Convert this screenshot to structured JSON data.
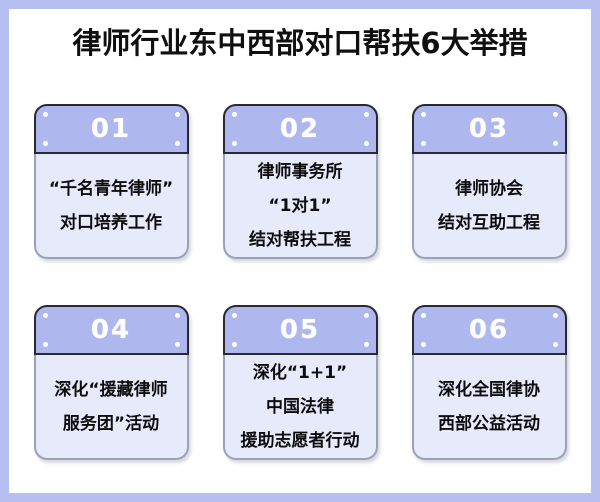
{
  "page": {
    "title": "律师行业东中西部对口帮扶6大举措",
    "colors": {
      "frame": "#b6bff0",
      "card_header": "#aeb8ee",
      "card_body": "#e7eafb",
      "card_outline_dark": "#2a2a2e",
      "card_outline_light": "#9ba1b6",
      "number_text": "#ffffff",
      "body_text": "#0d0d0d"
    }
  },
  "cards": [
    {
      "number": "01",
      "lines": [
        "“千名青年律师”",
        "对口培养工作"
      ]
    },
    {
      "number": "02",
      "lines": [
        "律师事务所",
        "“1对1”",
        "结对帮扶工程"
      ]
    },
    {
      "number": "03",
      "lines": [
        "律师协会",
        "结对互助工程"
      ]
    },
    {
      "number": "04",
      "lines": [
        "深化“援藏律师",
        "服务团”活动"
      ]
    },
    {
      "number": "05",
      "lines": [
        "深化“1+1”",
        "中国法律",
        "援助志愿者行动"
      ]
    },
    {
      "number": "06",
      "lines": [
        "深化全国律协",
        "西部公益活动"
      ]
    }
  ]
}
